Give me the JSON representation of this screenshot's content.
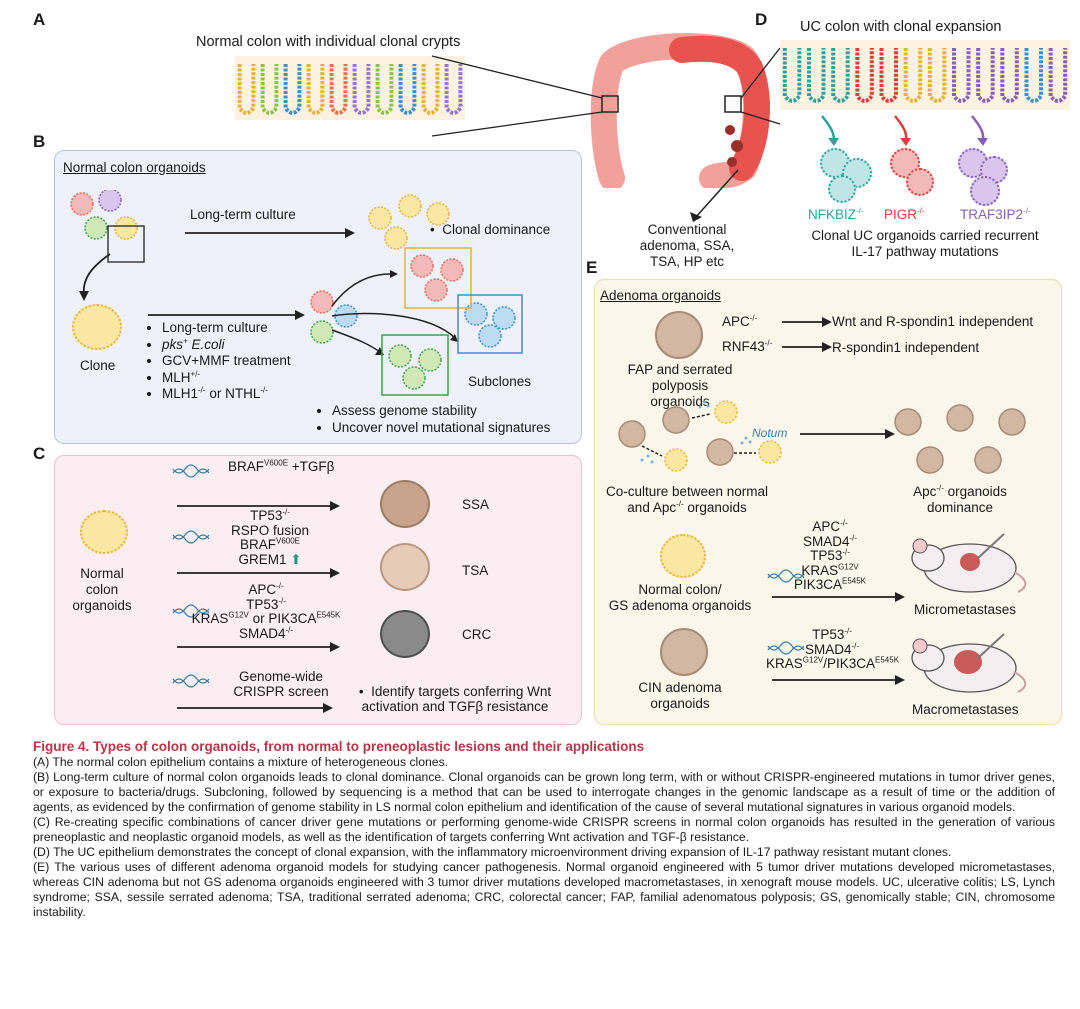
{
  "panel_labels": {
    "a": "A",
    "b": "B",
    "c": "C",
    "d": "D",
    "e": "E"
  },
  "panel_a": {
    "title": "Normal colon with individual clonal crypts",
    "conventional": [
      "Conventional",
      "adenoma,  SSA,",
      "TSA, HP etc"
    ]
  },
  "panel_d": {
    "title": "UC colon with clonal expansion",
    "genes": [
      {
        "name": "NFKBIZ",
        "sup": "-/-",
        "color": "#2aa3a0"
      },
      {
        "name": "PIGR",
        "sup": "-/-",
        "color": "#e03a3a"
      },
      {
        "name": "TRAF3IP2",
        "sup": "-/-",
        "color": "#8a5db8"
      }
    ],
    "caption_lines": [
      "Clonal UC organoids carried recurrent",
      "IL-17 pathway mutations"
    ]
  },
  "panel_b": {
    "title": "Normal colon organoids",
    "long_term": "Long-term culture",
    "clonal_dominance": "Clonal dominance",
    "clone": "Clone",
    "bullets": [
      {
        "pre": "Long-term culture"
      },
      {
        "pre": "pks",
        "sup": "+",
        "post": " E.coli",
        "italic": true
      },
      {
        "pre": "GCV+MMF treatment"
      },
      {
        "pre": "MLH",
        "sup": "+/-"
      },
      {
        "pre": "MLH1",
        "sup": "-/-",
        "post": " or NTHL",
        "sup2": "-/-"
      }
    ],
    "subclones": "Subclones",
    "bullets2": [
      "Assess genome stability",
      "Uncover novel mutational signatures"
    ]
  },
  "panel_c": {
    "normal": [
      "Normal",
      "colon",
      "organoids"
    ],
    "rows": [
      {
        "label": "SSA",
        "color": "#c9a48c"
      },
      {
        "label": "TSA",
        "color": "#d9b8a4"
      },
      {
        "label": "CRC",
        "color": "#8a8a8a"
      }
    ],
    "ssa_mut": {
      "gene": "BRAF",
      "sup": "V600E",
      "post": " +TGFβ"
    },
    "tsa_mut": [
      "TP53",
      "RSPO fusion",
      "BRAF",
      "GREM1"
    ],
    "tsa_sups": [
      "-/-",
      "V600E"
    ],
    "crc_mut": [
      "APC",
      "TP53",
      "KRAS",
      " or PIK3CA",
      "SMAD4"
    ],
    "crc_sups": [
      "-/-",
      "-/-",
      "G12V",
      "E545K",
      "-/-"
    ],
    "crispr": [
      "Genome-wide",
      "CRISPR screen"
    ],
    "identify": [
      "Identify targets conferring Wnt",
      "activation and TGFβ resistance"
    ]
  },
  "panel_e": {
    "title": "Adenoma organoids",
    "apc": {
      "gene": "APC",
      "sup": "-/-"
    },
    "rnf": {
      "gene": "RNF43",
      "sup": "-/-"
    },
    "wnt": "Wnt and R-spondin1 independent",
    "rspo": "R-spondin1 independent",
    "fap": [
      "FAP and serrated polyposis",
      "organoids"
    ],
    "notum": "Notum",
    "coculture": [
      "Co-culture between normal",
      "and Apc",
      " organoids"
    ],
    "coculture_sup": "-/-",
    "apc_dom": [
      "Apc",
      " organoids",
      "dominance"
    ],
    "apc_dom_sup": "-/-",
    "normal_gs": [
      "Normal colon/",
      "GS adenoma organoids"
    ],
    "micro_muts": [
      "APC",
      "SMAD4",
      "TP53",
      "KRAS",
      "PIK3CA"
    ],
    "micro_sups": [
      "-/-",
      "-/-",
      "-/-",
      "G12V",
      "E545K"
    ],
    "micromet": "Micrometastases",
    "cin": [
      "CIN adenoma",
      "organoids"
    ],
    "macro_muts": [
      "TP53",
      "SMAD4",
      "KRAS",
      "/PIK3CA"
    ],
    "macro_sups": [
      "-/-",
      "-/-",
      "G12V",
      "E545K"
    ],
    "macromet": "Macrometastases"
  },
  "caption": {
    "title": "Figure 4.  Types of colon organoids, from normal to preneoplastic lesions and their applications",
    "paragraphs": [
      "(A) The normal colon epithelium contains a mixture of heterogeneous clones.",
      "(B) Long-term culture of normal colon organoids leads to clonal dominance. Clonal organoids can be grown long term, with or without CRISPR-engineered mutations in tumor driver genes, or exposure to bacteria/drugs. Subcloning, followed by sequencing is a method that can be used to interrogate changes in the genomic landscape as a result of time or the addition of agents, as evidenced by the confirmation of genome stability in LS normal colon epithelium and identification of the cause of several mutational signatures in various organoid models.",
      "(C) Re-creating specific combinations of cancer driver gene mutations or performing genome-wide CRISPR screens in normal colon organoids has resulted in the generation of various preneoplastic and neoplastic organoid models, as well as the identification of targets conferring Wnt activation and TGF-β resistance.",
      "(D) The UC epithelium demonstrates the concept of clonal expansion, with the inflammatory microenvironment driving expansion of IL-17 pathway resistant mutant clones.",
      "(E) The various uses of different adenoma organoid models for studying cancer pathogenesis. Normal organoid engineered with 5 tumor driver mutations developed micrometastases, whereas CIN adenoma but not GS adenoma organoids engineered with 3 tumor driver mutations developed macrometastases, in xenograft mouse models. UC, ulcerative colitis; LS, Lynch syndrome; SSA, sessile serrated adenoma; TSA, traditional serrated adenoma; CRC, colorectal cancer; FAP, familial adenomatous polyposis; GS, genomically stable; CIN, chromosome instability."
    ]
  },
  "colors": {
    "panel_b_bg": "#eef1f9",
    "panel_b_border": "#b7c3e3",
    "panel_c_bg": "#fbeef3",
    "panel_c_border": "#ecc0d2",
    "panel_e_bg": "#fbf6ea",
    "panel_e_border": "#ecdcb0",
    "caption_title": "#b5374a",
    "colon": "#e8534f"
  }
}
